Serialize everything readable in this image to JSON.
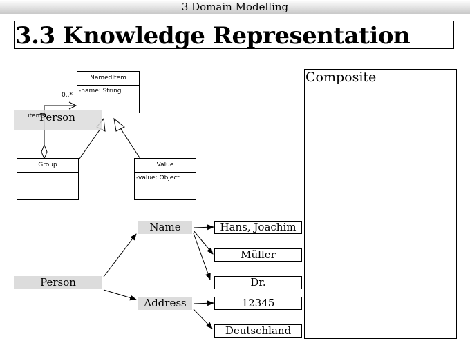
{
  "header": {
    "section": "3 Domain Modelling"
  },
  "title": "3.3 Knowledge Representation",
  "composite": {
    "label": "Composite"
  },
  "uml": {
    "named_item": {
      "name": "NamedItem",
      "attribute": "-name: String"
    },
    "group": {
      "name": "Group"
    },
    "value": {
      "name": "Value",
      "attribute": "-value: Object"
    },
    "multiplicity": "0..*",
    "role": "items",
    "overlay_label": "Person"
  },
  "instance": {
    "root": "Person",
    "name_node": "Name",
    "address_node": "Address",
    "name_values": [
      "Hans, Joachim",
      "Müller",
      "Dr."
    ],
    "address_values": [
      "12345",
      "Deutschland"
    ]
  }
}
